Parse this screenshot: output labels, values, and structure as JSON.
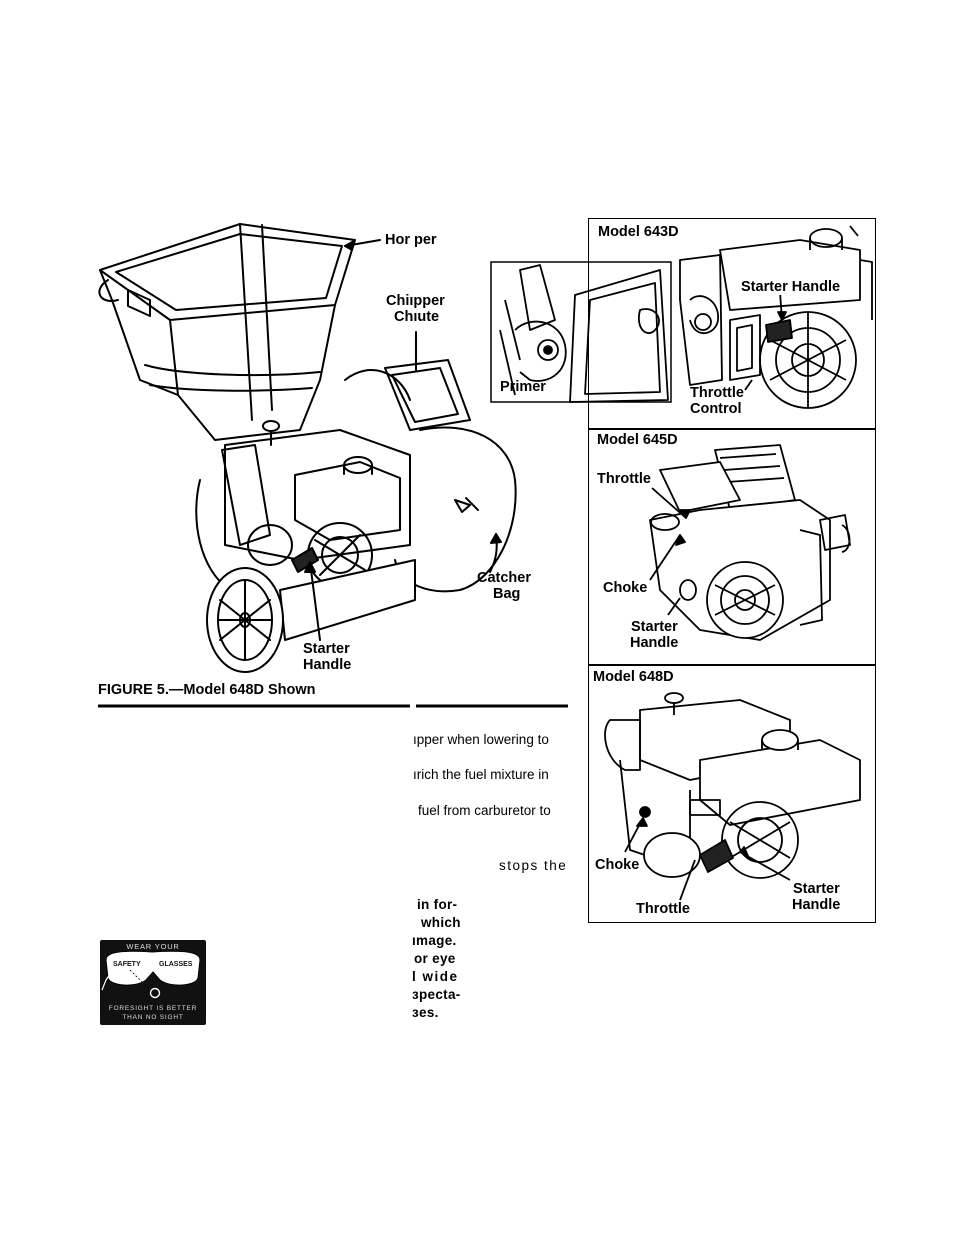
{
  "figure": {
    "caption": "FIGURE 5.—Model 648D Shown",
    "labels": {
      "hopper": "Hor per",
      "chipper_chute_line1": "Chiıpper",
      "chipper_chute_line2": "Chıute",
      "catcher_bag_line1": "Catcher",
      "catcher_bag_line2": "Bag",
      "starter_handle_line1": "Starter",
      "starter_handle_line2": "Handle"
    }
  },
  "primer_inset": {
    "label": "Primer"
  },
  "model_643d": {
    "title": "Model 643D",
    "starter_handle": "Starter Handle",
    "throttle_control_line1": "Throttle",
    "throttle_control_line2": "Control"
  },
  "model_645d": {
    "title": "Model 645D",
    "throttle": "Throttle",
    "choke": "Choke",
    "starter_handle_line1": "Starter",
    "starter_handle_line2": "Handle"
  },
  "model_648d": {
    "title": "Model 648D",
    "choke": "Choke",
    "throttle": "Throttle",
    "starter_handle_line1": "Starter",
    "starter_handle_line2": "Handle"
  },
  "text_fragments": [
    "ıpper when lowering to",
    "ırich the fuel mixture in",
    "fuel from carburetor to",
    "stops the"
  ],
  "bold_fragments": [
    "in for-",
    "which",
    "ımage.",
    "or eye",
    "l wide",
    "ɜpecta-",
    "ɜes."
  ],
  "safety_badge": {
    "top_text": "WEAR YOUR",
    "left_lens": "SAFETY",
    "right_lens": "GLASSES",
    "bottom_line1": "FORESIGHT IS BETTER",
    "bottom_line2": "THAN NO SIGHT"
  }
}
